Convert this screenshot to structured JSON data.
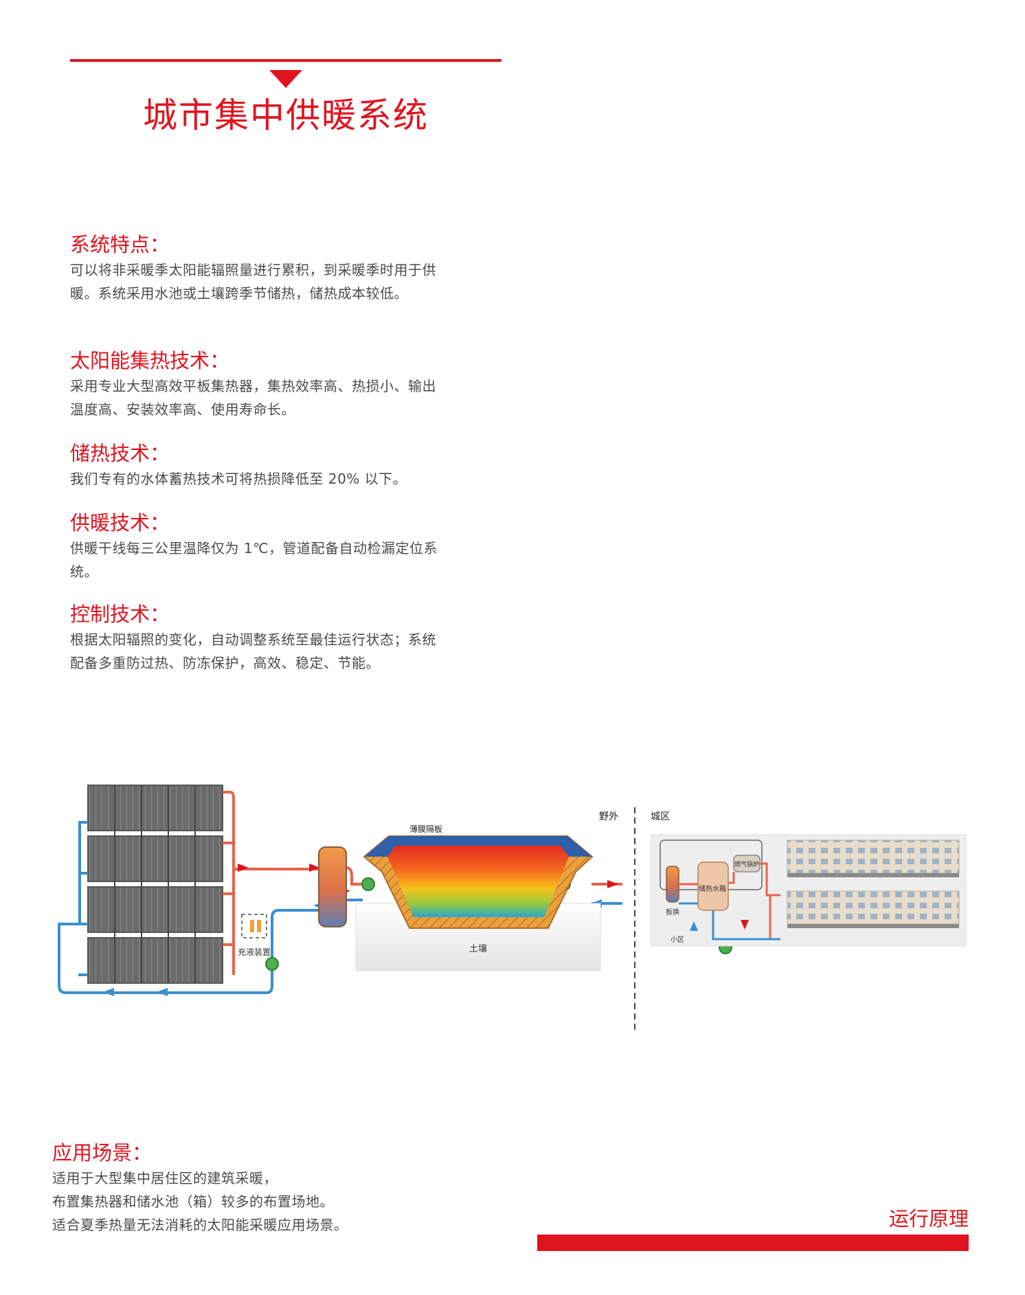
{
  "header": {
    "title": "城市集中供暖系统"
  },
  "sections": [
    {
      "heading": "系统特点：",
      "lines": [
        "可以将非采暖季太阳能辐照量进行累积，到采暖季时用于供",
        "暖。系统采用水池或土壤跨季节储热，储热成本较低。"
      ]
    },
    {
      "heading": "太阳能集热技术：",
      "lines": [
        "采用专业大型高效平板集热器，集热效率高、热损小、输出",
        "温度高、安装效率高、使用寿命长。"
      ]
    },
    {
      "heading": "储热技术：",
      "lines": [
        "我们专有的水体蓄热技术可将热损降低至 20% 以下。"
      ]
    },
    {
      "heading": "供暖技术：",
      "lines": [
        "供暖干线每三公里温降仅为 1℃，管道配备自动检漏定位系",
        "统。"
      ]
    },
    {
      "heading": "控制技术：",
      "lines": [
        "根据太阳辐照的变化，自动调整系统至最佳运行状态；系统",
        "配备多重防过热、防冻保护，高效、稳定、节能。"
      ]
    }
  ],
  "diagram": {
    "labels": {
      "membrane": "薄膜隔板",
      "field": "野外",
      "city": "城区",
      "soil": "土壤",
      "filling_device": "充液装置",
      "plate_exchanger": "板换",
      "storage_tank": "储热水箱",
      "gas_boiler": "燃气锅炉",
      "community": "小区"
    },
    "colors": {
      "hot": "#e8624a",
      "cold": "#3a8fd0",
      "accent": "#e0141e",
      "pump": "#4caf50"
    }
  },
  "scene": {
    "heading": "应用场景：",
    "lines": [
      "适用于大型集中居住区的建筑采暖，",
      "布置集热器和储水池（箱）较多的布置场地。",
      "适合夏季热量无法消耗的太阳能采暖应用场景。"
    ]
  },
  "footer": {
    "label": "运行原理"
  }
}
